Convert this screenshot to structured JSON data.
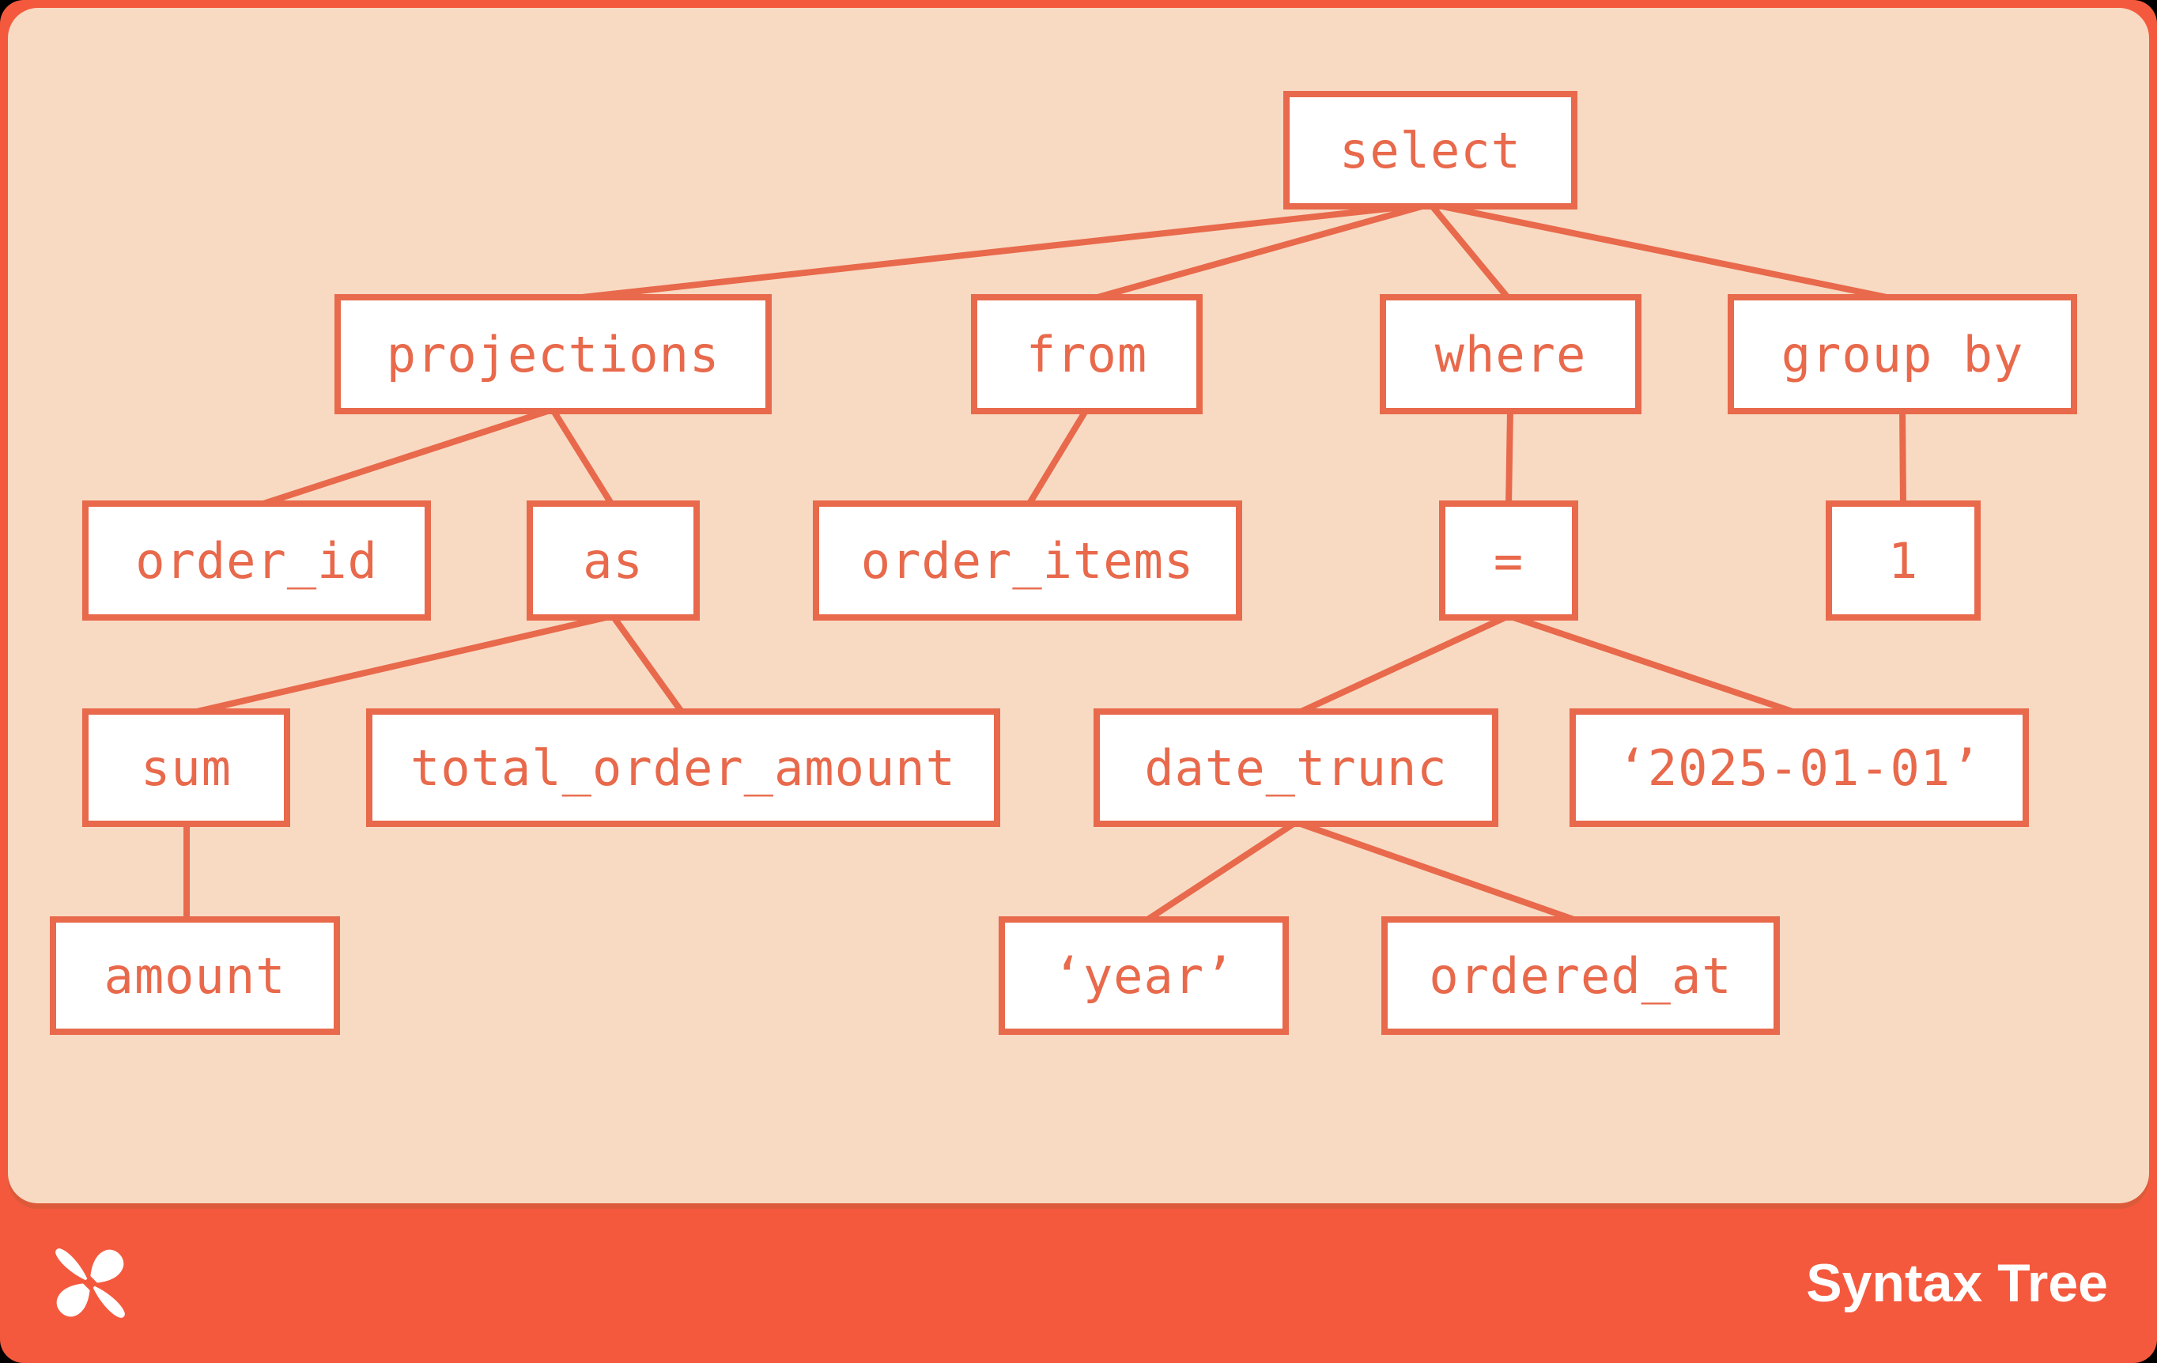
{
  "colors": {
    "background": "#f4593d",
    "panel": "#f8dac3",
    "node_fill": "#ffffff",
    "accent": "#e8694b",
    "footer_text": "#ffffff"
  },
  "tree": {
    "root": "select",
    "nodes": {
      "select": "select",
      "projections": "projections",
      "from": "from",
      "where": "where",
      "group_by": "group by",
      "order_id": "order_id",
      "as": "as",
      "order_items": "order_items",
      "eq": "=",
      "one": "1",
      "sum": "sum",
      "total_order_amount": "total_order_amount",
      "date_trunc": "date_trunc",
      "date_literal": "‘2025-01-01’",
      "amount": "amount",
      "year_literal": "‘year’",
      "ordered_at": "ordered_at"
    },
    "edges": [
      [
        "select",
        "projections"
      ],
      [
        "select",
        "from"
      ],
      [
        "select",
        "where"
      ],
      [
        "select",
        "group by"
      ],
      [
        "projections",
        "order_id"
      ],
      [
        "projections",
        "as"
      ],
      [
        "as",
        "sum"
      ],
      [
        "as",
        "total_order_amount"
      ],
      [
        "sum",
        "amount"
      ],
      [
        "from",
        "order_items"
      ],
      [
        "where",
        "="
      ],
      [
        "=",
        "date_trunc"
      ],
      [
        "=",
        "‘2025-01-01’"
      ],
      [
        "date_trunc",
        "‘year’"
      ],
      [
        "date_trunc",
        "ordered_at"
      ],
      [
        "group by",
        "1"
      ]
    ]
  },
  "footer": {
    "title": "Syntax Tree",
    "logo": "dbt-logo"
  }
}
